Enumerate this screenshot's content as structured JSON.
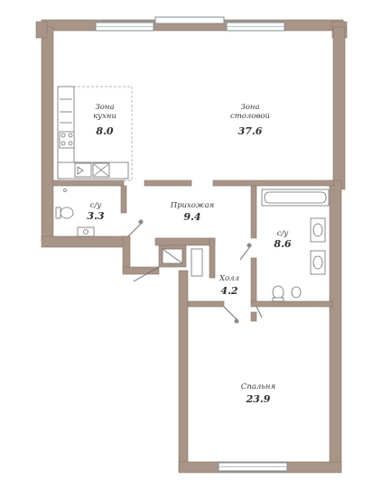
{
  "rooms": {
    "kitchen_name_line1": "Зона",
    "kitchen_name_line2": "кухни",
    "kitchen_area": "8.0",
    "dining_name_line1": "Зона",
    "dining_name_line2": "столовой",
    "dining_area": "37.6",
    "wc1_name": "с/у",
    "wc1_area": "3.3",
    "hallway_name": "Прихожая",
    "hallway_area": "9.4",
    "wc2_name": "с/у",
    "wc2_area": "8.6",
    "hall_name": "Холл",
    "hall_area": "4.2",
    "bedroom_name": "Спальня",
    "bedroom_area": "23.9"
  },
  "colors": {
    "wall": "#a99587",
    "window_frame": "#7b8e96",
    "label": "#3b3b3b"
  }
}
